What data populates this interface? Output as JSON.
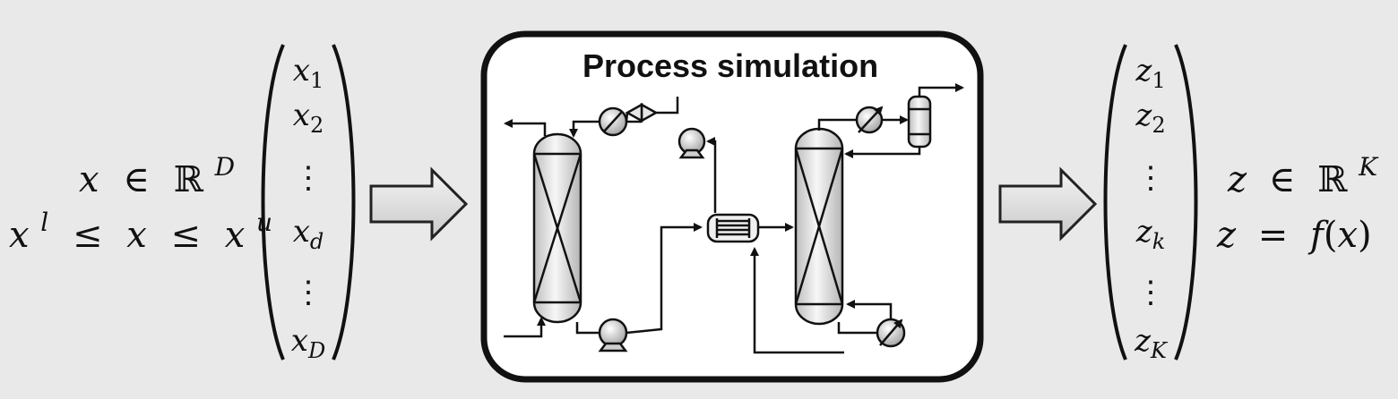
{
  "diagram": {
    "title": "Process simulation",
    "input": {
      "domain_lines": {
        "line1": {
          "var": "x",
          "rel": "∈",
          "set": "ℝ",
          "exp": "D"
        },
        "line2": {
          "lower": "x",
          "lower_sup": "l",
          "le1": "≤",
          "mid": "x",
          "le2": "≤",
          "upper": "x",
          "upper_sup": "u"
        }
      },
      "vector": [
        {
          "sym": "x",
          "sub": "1"
        },
        {
          "sym": "x",
          "sub": "2"
        },
        {
          "sym": "⋮",
          "sub": ""
        },
        {
          "sym": "x",
          "sub": "d"
        },
        {
          "sym": "⋮",
          "sub": ""
        },
        {
          "sym": "x",
          "sub": "D"
        }
      ]
    },
    "output": {
      "vector": [
        {
          "sym": "z",
          "sub": "1"
        },
        {
          "sym": "z",
          "sub": "2"
        },
        {
          "sym": "⋮",
          "sub": ""
        },
        {
          "sym": "z",
          "sub": "k"
        },
        {
          "sym": "⋮",
          "sub": ""
        },
        {
          "sym": "z",
          "sub": "K"
        }
      ],
      "lines": {
        "line1": {
          "var": "z",
          "rel": "∈",
          "set": "ℝ",
          "exp": "K"
        },
        "line2": {
          "lhs": "z",
          "eq": "=",
          "fn": "f",
          "open": "(",
          "arg": "x",
          "close": ")"
        }
      }
    },
    "colors": {
      "background": "#e9e9e9",
      "box_fill": "#ffffff",
      "stroke": "#111111",
      "arrow_fill": "#d8d8d8"
    }
  }
}
